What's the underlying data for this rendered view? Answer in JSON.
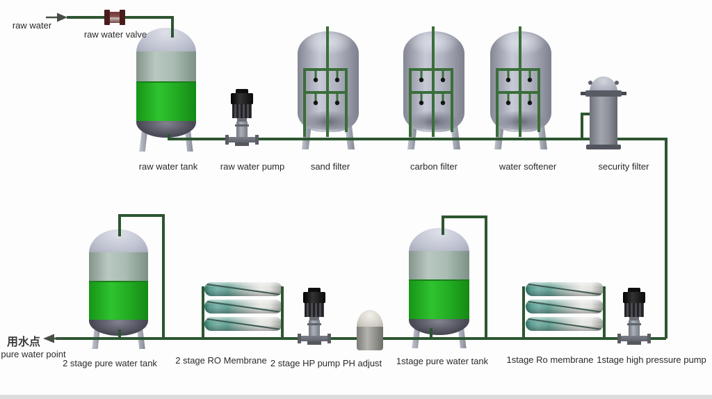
{
  "labels": {
    "raw_water": "raw water",
    "raw_water_valve": "raw water valve",
    "raw_water_tank": "raw water tank",
    "raw_water_pump": "raw water pump",
    "sand_filter": "sand filter",
    "carbon_filter": "carbon filter",
    "water_softener": "water softener",
    "security_filter": "security filter",
    "use_point_cn": "用水点",
    "pure_water_point": "pure water point",
    "stage2_pure_water_tank": "2 stage pure water tank",
    "stage2_ro_membrane": "2 stage RO Membrane",
    "stage2_hp_pump": "2 stage HP pump",
    "ph_adjust": "PH adjust",
    "stage1_pure_water_tank": "1stage pure water tank",
    "stage1_ro_membrane": "1stage Ro membrane",
    "stage1_hp_pump": "1stage high pressure pump"
  },
  "process_flow": {
    "pretreatment_line": [
      "raw water",
      "raw water valve",
      "raw water tank",
      "raw water pump",
      "sand filter",
      "carbon filter",
      "water softener",
      "security filter"
    ],
    "ro_line": [
      "1stage high pressure pump",
      "1stage Ro membrane",
      "1stage pure water tank",
      "PH adjust",
      "2 stage HP pump",
      "2 stage RO Membrane",
      "2 stage pure water tank",
      "pure water point"
    ]
  },
  "colors": {
    "pipe_green": "#2c5530",
    "manifold_green": "#3a6e3a",
    "water_green": "#22ab22",
    "tank_shell_gray": "#b4b7c3",
    "tank_band_green_gray": "#aabcb3",
    "membrane_teal": "#4f9387",
    "valve_maroon": "#4a1d1d",
    "pump_black": "#141414",
    "background": "#fdfdfd"
  }
}
